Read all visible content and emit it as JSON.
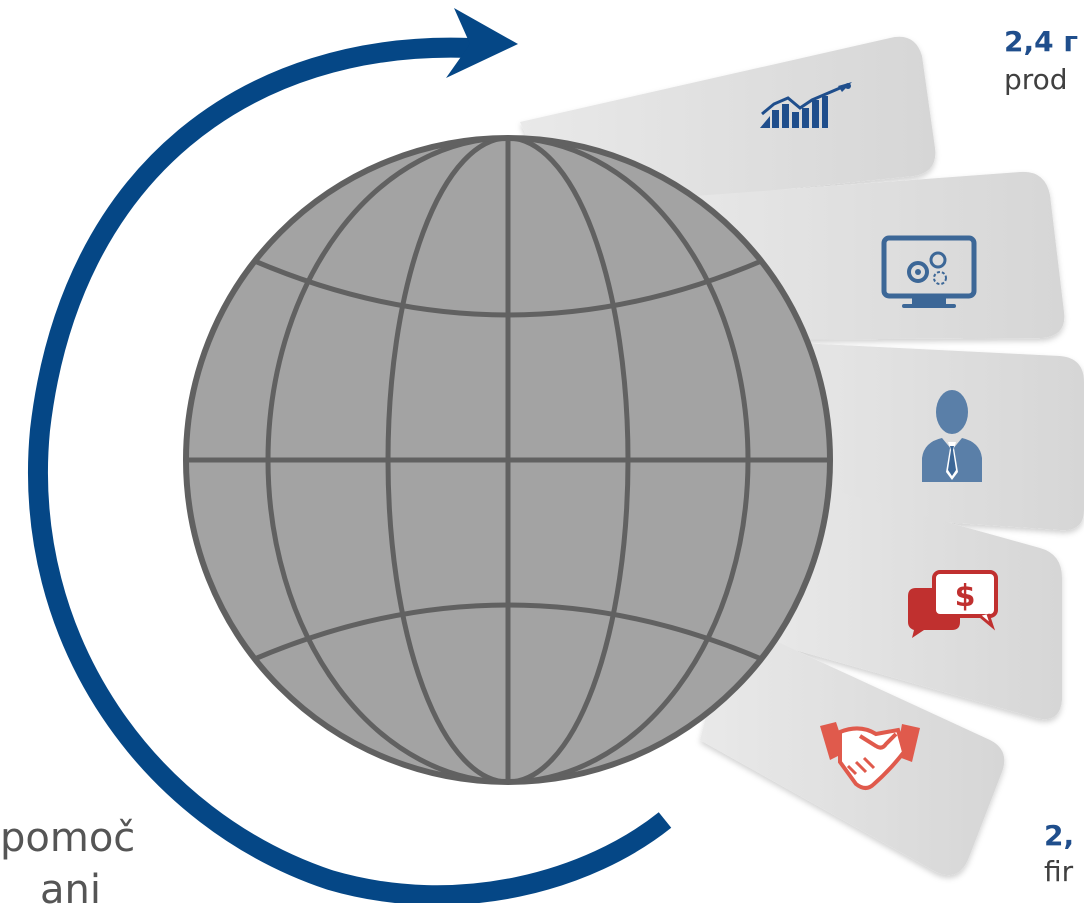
{
  "texts": {
    "top_right_bold": "2,4 г",
    "top_right_regular": "prod",
    "bottom_right_bold": "2,",
    "bottom_right_regular": "fir",
    "left_line1": "pomoč",
    "left_line2": "ani"
  },
  "colors": {
    "arrow": "#054786",
    "globe_fill": "#a3a3a3",
    "globe_stroke": "#616161",
    "card_fill": "#dcdcdc",
    "icon_blue": "#3c6797",
    "icon_red": "#c0302f"
  },
  "icons": [
    "growth-chart-icon",
    "monitor-gears-icon",
    "businessman-icon",
    "dollar-speech-bubble-icon",
    "handshake-icon"
  ]
}
